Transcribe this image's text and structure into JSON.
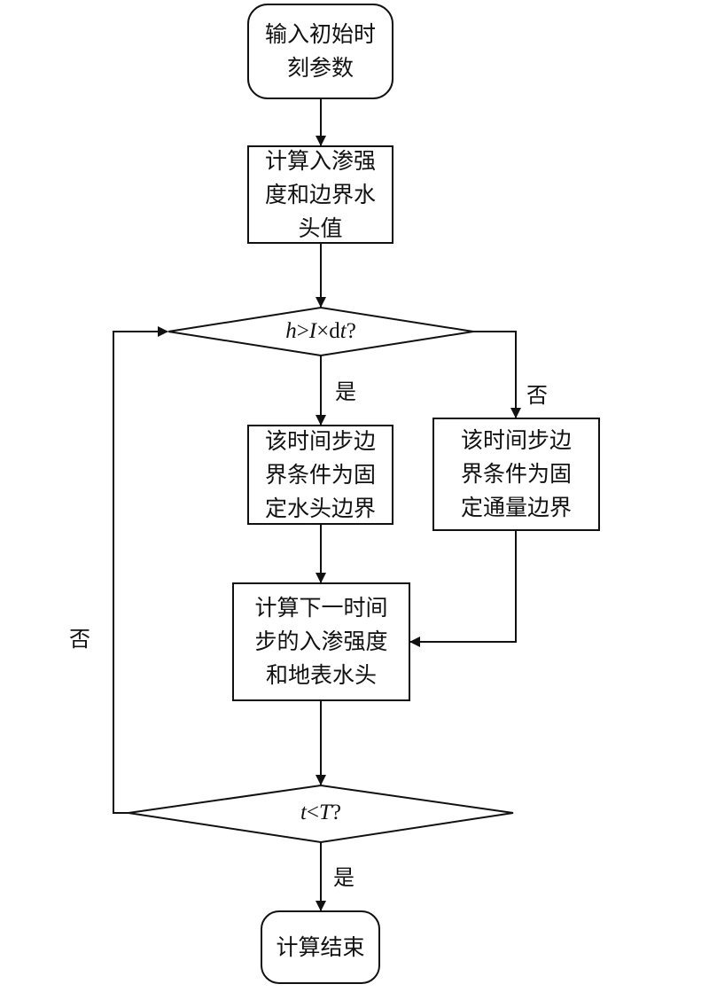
{
  "nodes": {
    "start": "输入初始时\n刻参数",
    "calc_infiltration": "计算入渗强\n度和边界水\n头值",
    "decision_h": {
      "var_h": "h",
      "op_gt": ">",
      "var_I": "I",
      "times": "×d",
      "var_t": "t",
      "q": "?"
    },
    "fixed_head": "该时间步边\n界条件为固\n定水头边界",
    "fixed_flux": "该时间步边\n界条件为固\n定通量边界",
    "calc_next": "计算下一时间\n步的入渗强度\n和地表水头",
    "decision_t": {
      "var_t": "t",
      "op_lt": "<",
      "var_T": "T",
      "q": "?"
    },
    "end": "计算结束"
  },
  "edges": {
    "yes_1": "是",
    "no_1": "否",
    "no_loop": "否",
    "yes_2": "是"
  },
  "colors": {
    "stroke": "#111111",
    "background": "#ffffff"
  }
}
